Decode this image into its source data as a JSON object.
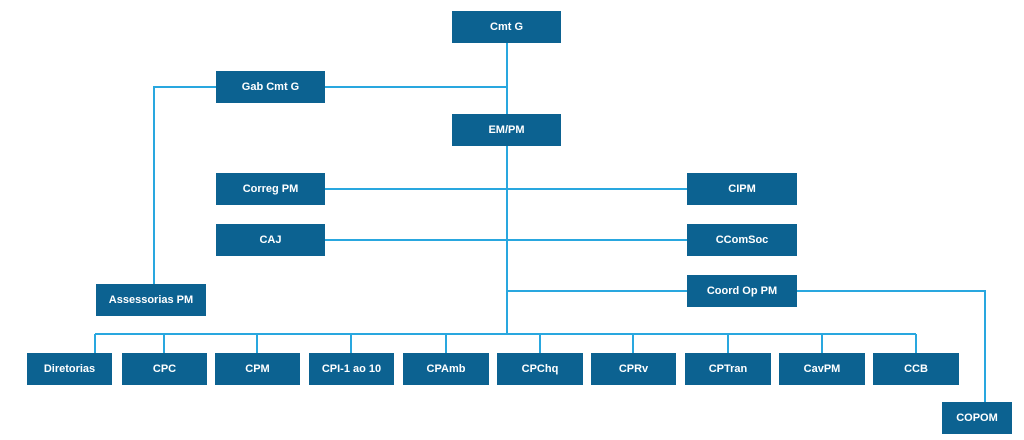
{
  "org_chart": {
    "line_color": "#29a7df",
    "box_color": "#0c6291",
    "text_color": "#ffffff",
    "nodes": {
      "cmt_g": "Cmt G",
      "gab_cmt_g": "Gab Cmt G",
      "em_pm": "EM/PM",
      "correg_pm": "Correg PM",
      "cipm": "CIPM",
      "caj": "CAJ",
      "ccomsoc": "CComSoc",
      "coord_op_pm": "Coord Op PM",
      "assessorias_pm": "Assessorias PM",
      "diretorias": "Diretorias",
      "cpc": "CPC",
      "cpm": "CPM",
      "cpi": "CPI-1 ao 10",
      "cpamb": "CPAmb",
      "cpchq": "CPChq",
      "cprv": "CPRv",
      "cptran": "CPTran",
      "cavpm": "CavPM",
      "ccb": "CCB",
      "copom": "COPOM"
    }
  }
}
